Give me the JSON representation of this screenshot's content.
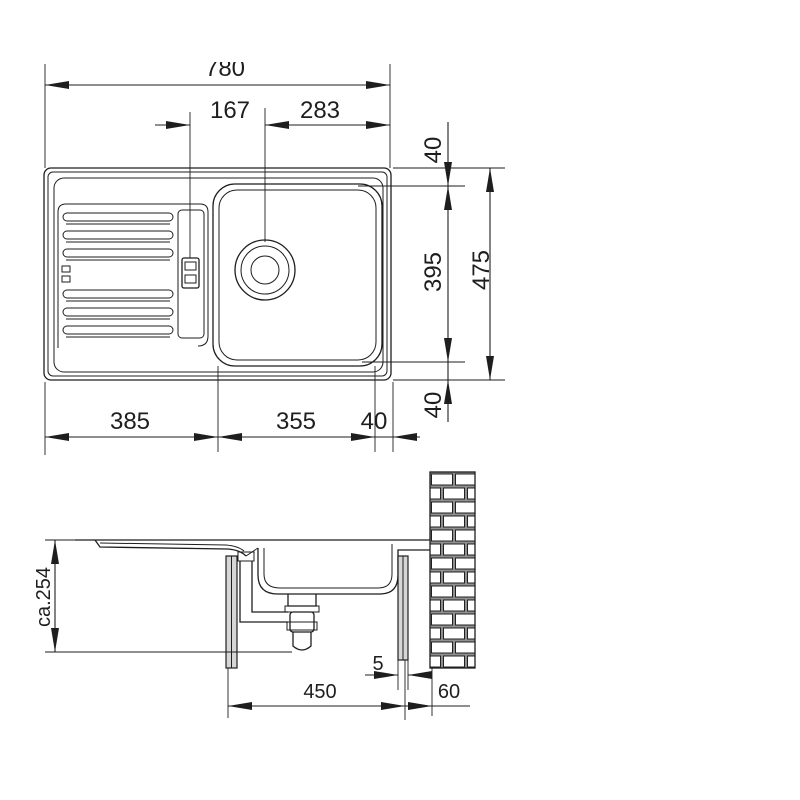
{
  "top_view": {
    "width_overall": "780",
    "drain_from_left": "167",
    "drain_to_right": "283",
    "rim_top": "40",
    "bowl_length": "395",
    "depth_overall": "475",
    "rim_bottom": "40",
    "drainer_width": "385",
    "bowl_width": "355",
    "rim_right": "40"
  },
  "section_view": {
    "height": "ca.254",
    "gap": "5",
    "cabinet_width": "450",
    "wall_distance": "60"
  },
  "colors": {
    "line": "#1e1e1e",
    "background": "#ffffff"
  }
}
